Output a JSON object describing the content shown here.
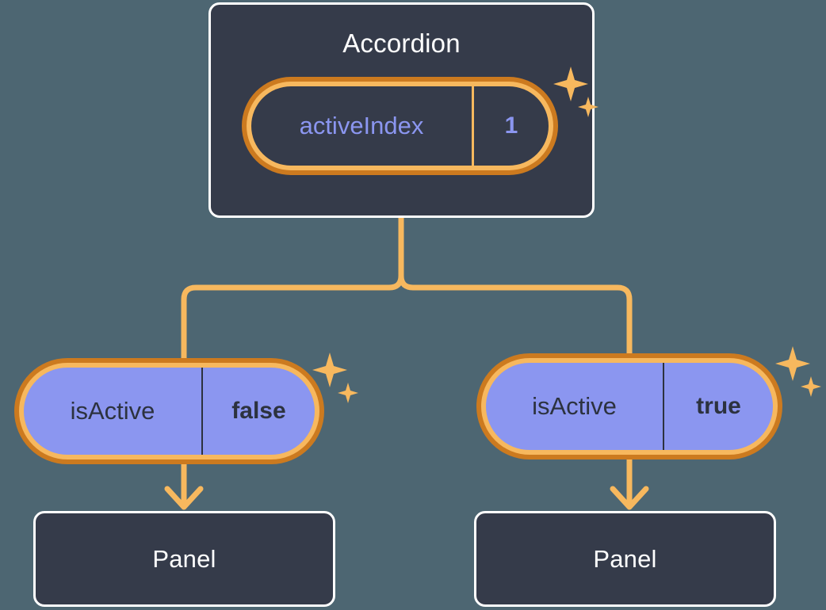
{
  "diagram": {
    "type": "component-state-tree",
    "background_color": "#4d6672",
    "card_color": "#353b4a",
    "accent_orange": "#f7b85e",
    "accent_orange_dark": "#cc7a1f",
    "accent_purple": "#8b96f0",
    "root": {
      "title": "Accordion",
      "state": {
        "key": "activeIndex",
        "value": "1",
        "highlighted": true
      }
    },
    "branches": [
      {
        "state": {
          "key": "isActive",
          "value": "false",
          "highlighted": true
        },
        "child": {
          "title": "Panel"
        }
      },
      {
        "state": {
          "key": "isActive",
          "value": "true",
          "highlighted": true
        },
        "child": {
          "title": "Panel"
        }
      }
    ],
    "icons": {
      "sparkle": "sparkle-icon",
      "arrow_down": "arrow-down-icon"
    }
  }
}
